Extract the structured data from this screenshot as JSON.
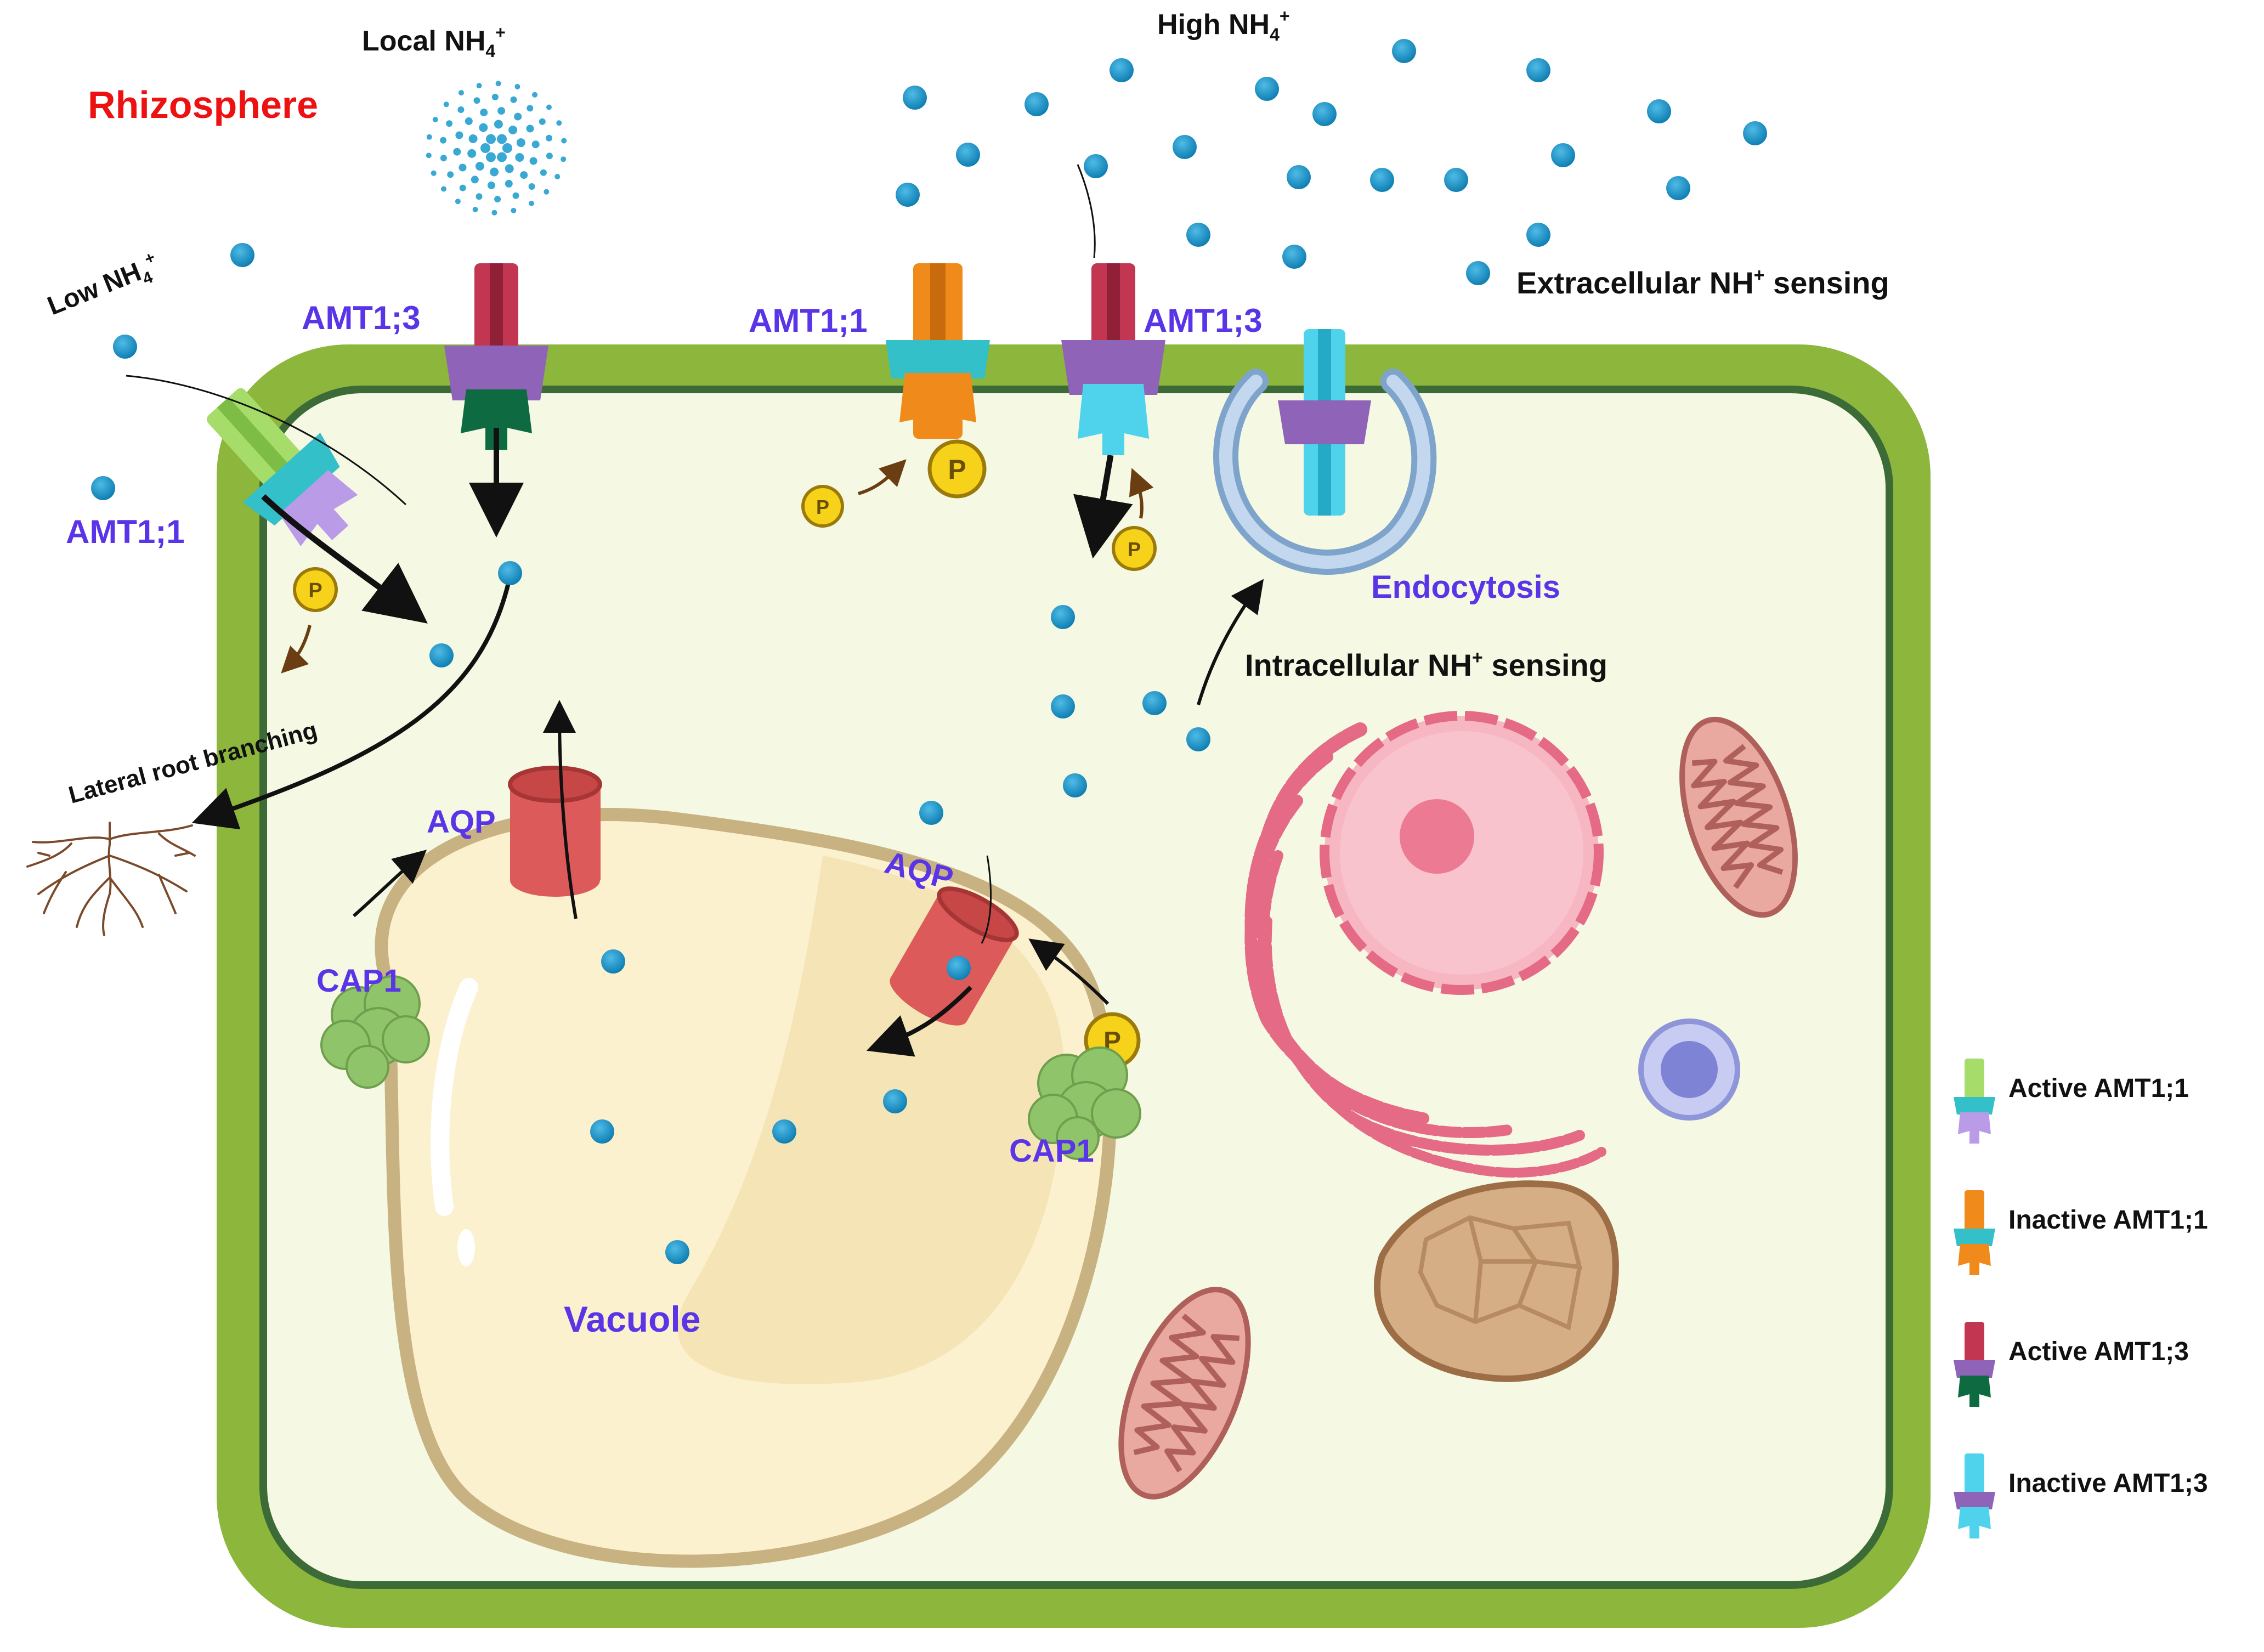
{
  "labels": {
    "rhizosphere": "Rhizosphere",
    "local_nh4": "Local NH",
    "high_nh4": "High NH",
    "low_nh4": "Low NH",
    "nh4_sub": "4",
    "nh4_sup": "+",
    "amt11_left": "AMT1;1",
    "amt13_left": "AMT1;3",
    "amt11_center": "AMT1;1",
    "amt13_center": "AMT1;3",
    "extracellular_pre": "Extracellular  NH",
    "extracellular_post": " sensing",
    "intracellular_pre": "Intracellular  NH",
    "intracellular_post": " sensing",
    "endocytosis": "Endocytosis",
    "lateral_root": "Lateral root branching",
    "aqp_left": "AQP",
    "aqp_right": "AQP",
    "cap1_left": "CAP1",
    "cap1_right": "CAP1",
    "vacuole": "Vacuole",
    "p": "P"
  },
  "legend": [
    {
      "label": "Active AMT1;1",
      "colors": [
        "#a6dd6a",
        "#33c0c8",
        "#b99be8"
      ]
    },
    {
      "label": "Inactive AMT1;1",
      "colors": [
        "#f08a1a",
        "#33c0c8",
        "#f08a1a"
      ]
    },
    {
      "label": "Active AMT1;3",
      "colors": [
        "#c23652",
        "#8e63b8",
        "#0e6b41"
      ]
    },
    {
      "label": "Inactive AMT1;3",
      "colors": [
        "#4fd2ec",
        "#8e63b8",
        "#4fd2ec"
      ]
    }
  ],
  "colors": {
    "cell_wall": "#8db63c",
    "cytoplasm": "#f5f8e2",
    "ion": "#1b92c8",
    "vacuole": "#fcf1cf",
    "label_purple": "#5a35e8",
    "rhizosphere_red": "#ee1111"
  }
}
